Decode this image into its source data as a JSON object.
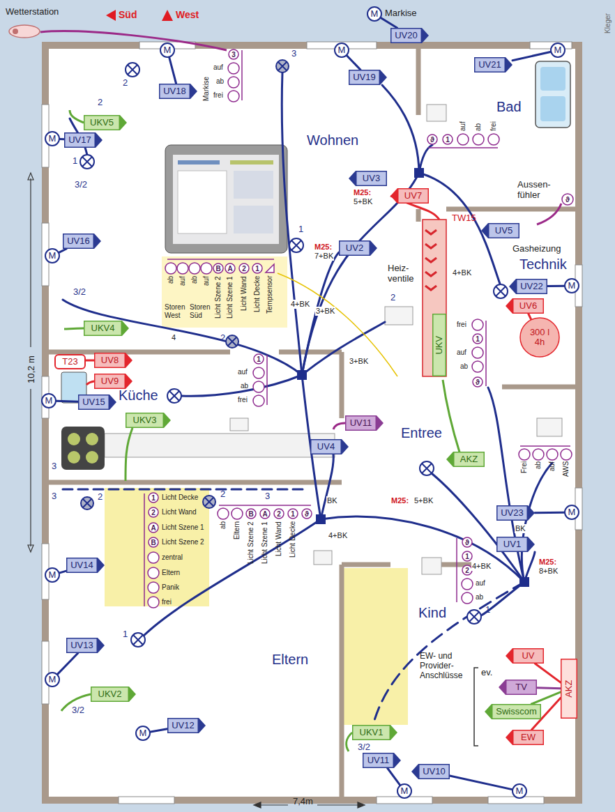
{
  "diagram": {
    "nodes": [
      {
        "text": [
          "M"
        ]
      },
      {
        "text": [
          "UV18"
        ]
      },
      {
        "text": [
          "M"
        ]
      },
      {
        "text": [
          "UV19"
        ]
      },
      {
        "text": [
          "M"
        ]
      },
      {
        "text": [
          "UV20"
        ]
      },
      {
        "text": [
          "M"
        ]
      },
      {
        "text": [
          "UV21"
        ]
      },
      {
        "text": [
          "UKV5"
        ]
      },
      {
        "text": [
          "UV17"
        ]
      },
      {
        "text": [
          "M"
        ]
      },
      {
        "text": [
          "ϑ"
        ]
      },
      {
        "text": [
          "1"
        ]
      },
      {
        "text": [
          "3"
        ]
      },
      {
        "text": [
          "UV3"
        ]
      },
      {
        "text": [
          "UV7"
        ]
      },
      {
        "text": [
          "UV5"
        ]
      },
      {
        "text": [
          "UV16"
        ]
      },
      {
        "text": [
          "M"
        ]
      },
      {
        "text": [
          "B"
        ]
      },
      {
        "text": [
          "A"
        ]
      },
      {
        "text": [
          "2"
        ]
      },
      {
        "text": [
          "1"
        ]
      },
      {
        "text": [
          "UV2"
        ]
      },
      {
        "text": [
          "UV22"
        ]
      },
      {
        "text": [
          "M"
        ]
      },
      {
        "text": [
          "UV6"
        ]
      },
      {
        "text": [
          "300 l 4h"
        ]
      },
      {
        "text": [
          "1"
        ]
      },
      {
        "text": [
          "ϑ"
        ]
      },
      {
        "text": [
          "UKV4"
        ]
      },
      {
        "text": [
          "UKV"
        ]
      },
      {
        "text": [
          "T23"
        ]
      },
      {
        "text": [
          "UV8"
        ]
      },
      {
        "text": [
          "UV9"
        ]
      },
      {
        "text": [
          "UV15"
        ]
      },
      {
        "text": [
          "M"
        ]
      },
      {
        "text": [
          "1"
        ]
      },
      {
        "text": [
          "UKV3"
        ]
      },
      {
        "text": [
          "UV11"
        ]
      },
      {
        "text": [
          "AKZ"
        ]
      },
      {
        "text": [
          "UV4"
        ]
      },
      {
        "text": [
          "UV23"
        ]
      },
      {
        "text": [
          "M"
        ]
      },
      {
        "text": [
          "UV1"
        ]
      },
      {
        "text": [
          "1"
        ]
      },
      {
        "text": [
          "2"
        ]
      },
      {
        "text": [
          "A"
        ]
      },
      {
        "text": [
          "B"
        ]
      },
      {
        "text": [
          "B"
        ]
      },
      {
        "text": [
          "A"
        ]
      },
      {
        "text": [
          "2"
        ]
      },
      {
        "text": [
          "1"
        ]
      },
      {
        "text": [
          "ϑ"
        ]
      },
      {
        "text": [
          "ϑ"
        ]
      },
      {
        "text": [
          "1"
        ]
      },
      {
        "text": [
          "2"
        ]
      },
      {
        "text": [
          "UV14"
        ]
      },
      {
        "text": [
          "M"
        ]
      },
      {
        "text": [
          "UV13"
        ]
      },
      {
        "text": [
          "M"
        ]
      },
      {
        "text": [
          "UKV2"
        ]
      },
      {
        "text": [
          "UKV1"
        ]
      },
      {
        "text": [
          "UV"
        ]
      },
      {
        "text": [
          "TV"
        ]
      },
      {
        "text": [
          "AKZ"
        ]
      },
      {
        "text": [
          "Swisscom"
        ]
      },
      {
        "text": [
          "EW"
        ]
      },
      {
        "text": [
          "UV12"
        ]
      },
      {
        "text": [
          "M"
        ]
      },
      {
        "text": [
          "UV11"
        ]
      },
      {
        "text": [
          "M"
        ]
      },
      {
        "text": [
          "UV10"
        ]
      },
      {
        "text": [
          "M"
        ]
      },
      {
        "text": [
          "ϑ"
        ]
      }
    ],
    "edges": [
      {
        "from": 1,
        "to": 0,
        "arrow": "none"
      },
      {
        "from": 3,
        "to": 2,
        "arrow": "none"
      },
      {
        "from": 5,
        "to": 4,
        "arrow": "none"
      },
      {
        "from": 7,
        "to": 6,
        "arrow": "none"
      },
      {
        "from": 9,
        "to": 10,
        "arrow": "none"
      },
      {
        "from": 17,
        "to": 18,
        "arrow": "none"
      },
      {
        "from": 24,
        "to": 25,
        "arrow": "none"
      },
      {
        "from": 26,
        "to": 27,
        "arrow": "none"
      },
      {
        "from": 35,
        "to": 36,
        "arrow": "none"
      },
      {
        "from": 42,
        "to": 43,
        "arrow": "none"
      },
      {
        "from": 57,
        "to": 58,
        "arrow": "none"
      },
      {
        "from": 59,
        "to": 60,
        "arrow": "none"
      },
      {
        "from": 68,
        "to": 69,
        "arrow": "none"
      },
      {
        "from": 70,
        "to": 71,
        "arrow": "none"
      },
      {
        "from": 72,
        "to": 73,
        "arrow": "none"
      },
      {
        "from": 63,
        "to": 65,
        "arrow": "none"
      },
      {
        "from": 64,
        "to": 65,
        "arrow": "none"
      },
      {
        "from": 66,
        "to": 65,
        "arrow": "none"
      },
      {
        "from": 67,
        "to": 65,
        "arrow": "none"
      }
    ],
    "labels": [
      "Kleger",
      "Wetterstation",
      "Süd",
      "West",
      "Markise",
      "3",
      "Markise",
      "auf",
      "ab",
      "frei",
      "2",
      "2",
      "Bad",
      "auf",
      "ab",
      "frei",
      "1",
      "Wohnen",
      "3/2",
      "M25:",
      "5+BK",
      "Aussen- fühler",
      "Gasheizung",
      "TW15",
      "Heiz- ventile",
      "Technik",
      "4+BK",
      "1",
      "2",
      "ab",
      "auf",
      "ab",
      "auf",
      "Licht Szene 2",
      "Licht Szene 1",
      "Licht Wand",
      "Licht Decke",
      "Tempsensor",
      "Storen West",
      "Storen Süd",
      "3/2",
      "4+BK",
      "3+BK",
      "M25:",
      "7+BK",
      "4",
      "2",
      "3+BK",
      "Küche",
      "auf",
      "ab",
      "frei",
      "frei",
      "auf",
      "ab",
      "Entree",
      "3",
      "Frei",
      "ab",
      "auf",
      "AWS",
      "3",
      "2",
      "2",
      "3",
      "BK",
      "4+BK",
      "M25:",
      "5+BK",
      "BK",
      "4+BK",
      "M25:",
      "8+BK",
      "Licht Decke",
      "Licht Wand",
      "Licht Szene 1",
      "Licht Szene 2",
      "zentral",
      "Eltern",
      "Panik",
      "frei",
      "ab",
      "Eltern",
      "Licht Szene 2",
      "Licht Szene 1",
      "Licht Wand",
      "Licht Decke",
      "auf",
      "ab",
      "Kind",
      "1",
      "1",
      "Eltern",
      "3/2",
      "ev.",
      "EW- und Provider- Anschlüsse",
      "3/2",
      "10,2 m",
      "7,4m"
    ]
  }
}
